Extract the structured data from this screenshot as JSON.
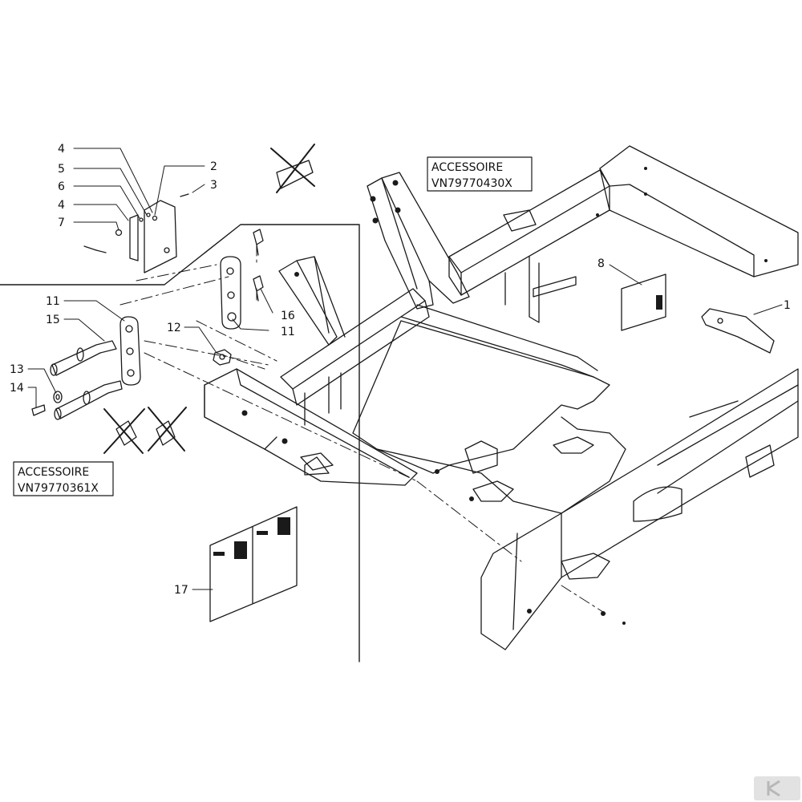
{
  "accessory_boxes": [
    {
      "line1": "ACCESSOIRE",
      "line2": "VN79770430X"
    },
    {
      "line1": "ACCESSOIRE",
      "line2": "VN79770361X"
    }
  ],
  "callouts": {
    "c4a": "4",
    "c5": "5",
    "c6": "6",
    "c4b": "4",
    "c7": "7",
    "c2": "2",
    "c3": "3",
    "c8": "8",
    "c1": "1",
    "c11a": "11",
    "c15": "15",
    "c12": "12",
    "c16": "16",
    "c11b": "11",
    "c13": "13",
    "c14": "14",
    "c17": "17"
  },
  "colors": {
    "line": "#1a1a1a",
    "background": "#ffffff",
    "watermark": "#c8c8c8"
  },
  "icons": [
    "crossed-out-part-icon",
    "watermark-logo-icon"
  ]
}
